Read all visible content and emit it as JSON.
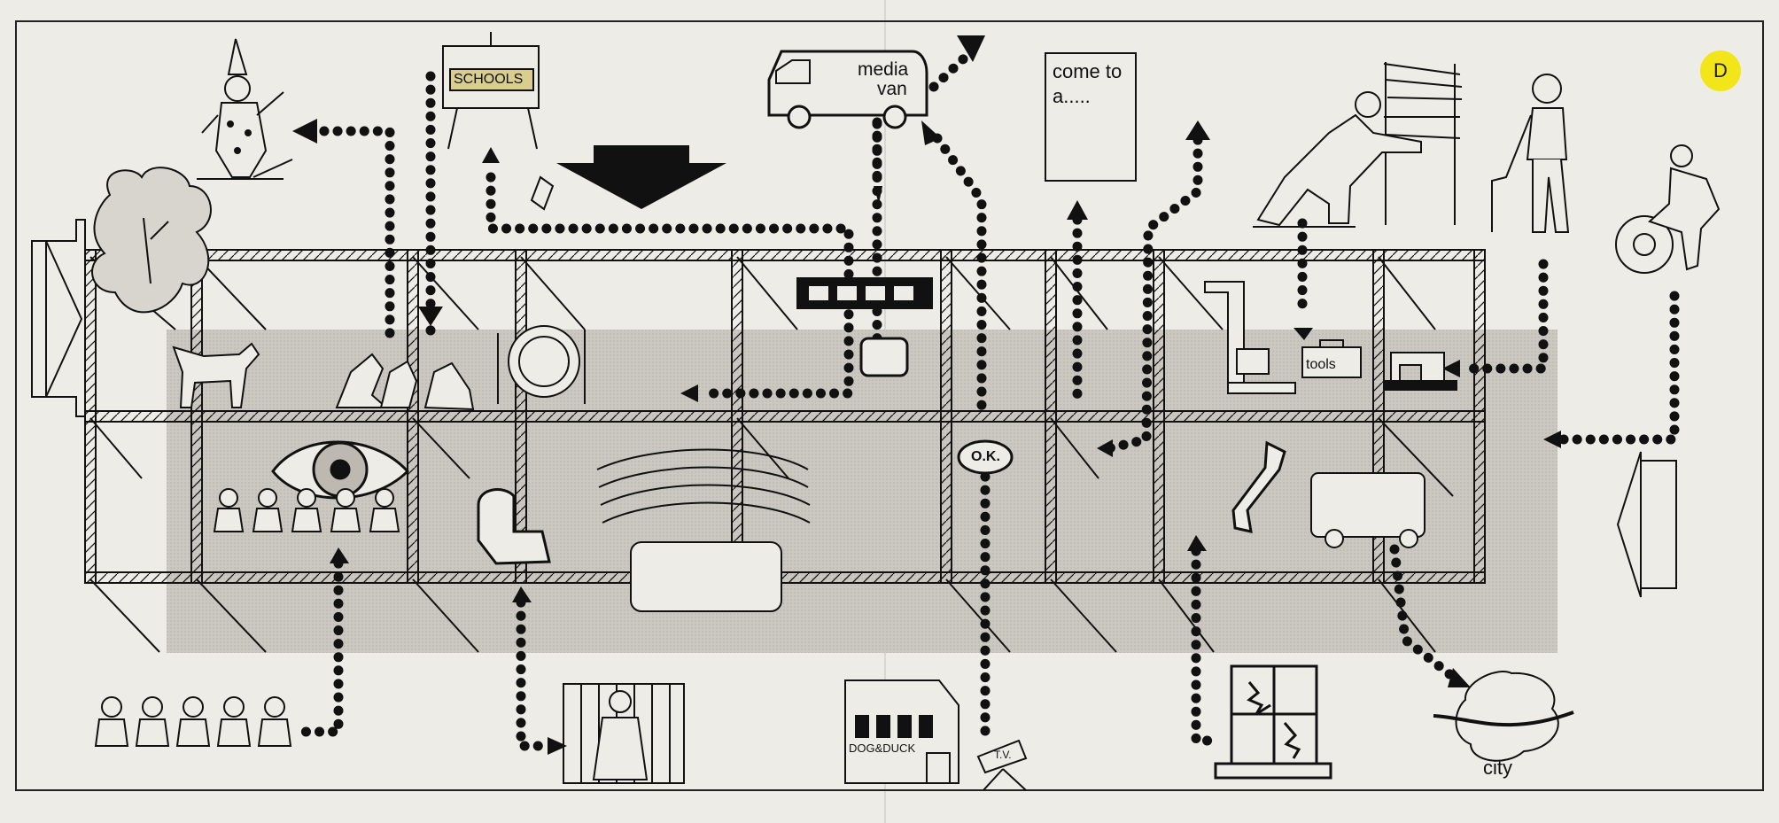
{
  "labels": {
    "schools": "SCHOOLS",
    "media_van": "media",
    "media_van_2": "van",
    "come_to": "come to",
    "come_to_2": "a.....",
    "tools": "tools",
    "ok": "O.K.",
    "dog_duck": "DOG&DUCK",
    "tv": "T.V.",
    "city": "city",
    "badge": "D"
  },
  "colors": {
    "paper": "#eeece6",
    "ink": "#111111",
    "shade": "#c9c6bf",
    "badge": "#f2e61a"
  },
  "icons": [
    "clown-icon",
    "tree-icon",
    "easel-icon",
    "media-van-icon",
    "signboard-icon",
    "worker-icon",
    "dancer-icon",
    "wheel-man-icon",
    "dog-icon",
    "eye-icon",
    "audience-icon",
    "jail-icon",
    "pub-icon",
    "tv-camera-icon",
    "window-icon",
    "city-map-icon",
    "wrench-icon",
    "sewing-machine-icon",
    "toolbox-icon"
  ]
}
